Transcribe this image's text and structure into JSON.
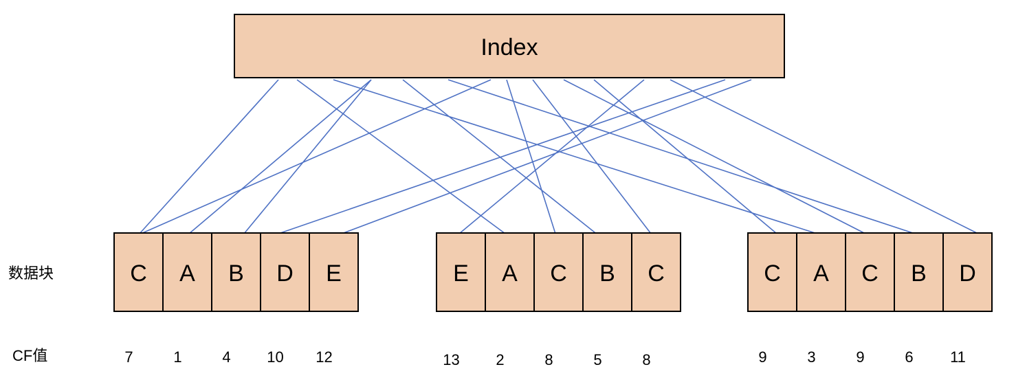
{
  "index": {
    "label": "Index"
  },
  "row_labels": {
    "blocks": "数据块",
    "cf": "CF值"
  },
  "groups": [
    {
      "cells": [
        "C",
        "A",
        "B",
        "D",
        "E"
      ],
      "cf": [
        "7",
        "1",
        "4",
        "10",
        "12"
      ]
    },
    {
      "cells": [
        "E",
        "A",
        "C",
        "B",
        "C"
      ],
      "cf": [
        "13",
        "2",
        "8",
        "5",
        "8"
      ]
    },
    {
      "cells": [
        "C",
        "A",
        "C",
        "B",
        "D"
      ],
      "cf": [
        "9",
        "3",
        "9",
        "6",
        "11"
      ]
    }
  ],
  "colors": {
    "box_fill": "#f2cdb0",
    "box_stroke": "#000000",
    "link": "#4f72c4"
  }
}
